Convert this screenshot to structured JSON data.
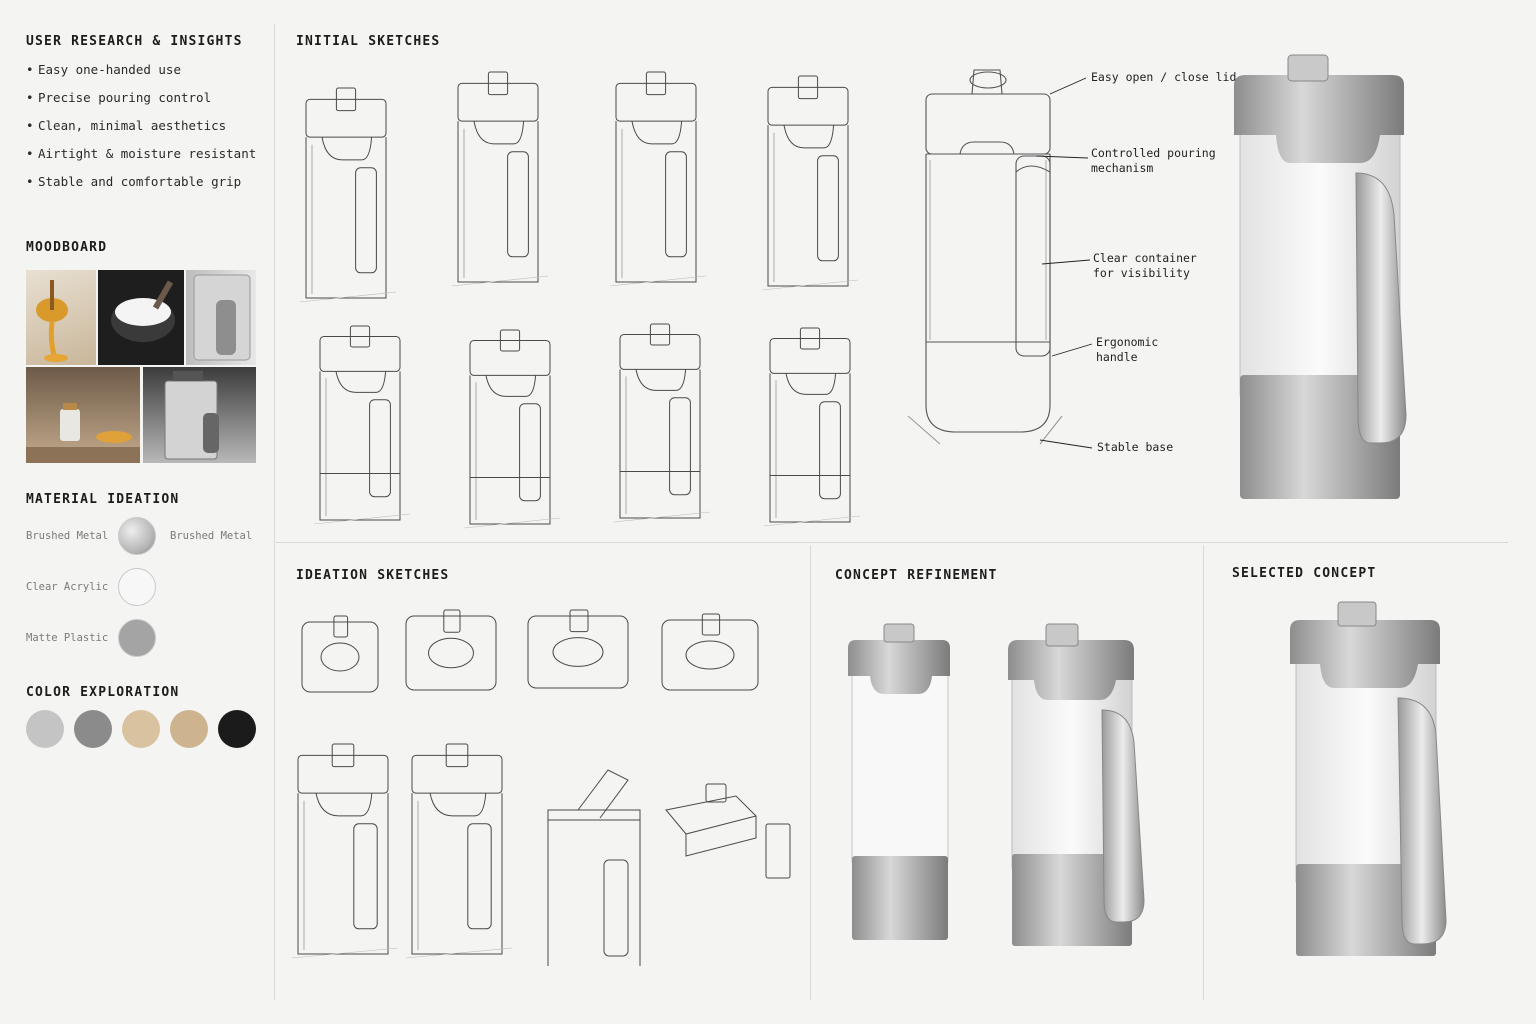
{
  "research": {
    "title": "USER RESEARCH & INSIGHTS",
    "items": [
      "Easy one-handed use",
      "Precise pouring control",
      "Clean, minimal aesthetics",
      "Airtight & moisture resistant",
      "Stable and comfortable grip"
    ]
  },
  "moodboard": {
    "title": "MOODBOARD"
  },
  "materials": {
    "title": "MATERIAL IDEATION",
    "items": [
      {
        "label": "Brushed Metal",
        "label2": "Brushed Metal",
        "color": "#b9b9b9"
      },
      {
        "label": "Clear Acrylic",
        "label2": "",
        "color": "#f7f7f7"
      },
      {
        "label": "Matte Plastic",
        "label2": "",
        "color": "#a4a4a4"
      }
    ]
  },
  "colors": {
    "title": "COLOR EXPLORATION",
    "swatches": [
      "#c4c4c4",
      "#8b8b8b",
      "#d8c2a0",
      "#cdb48e",
      "#1b1b1b"
    ]
  },
  "initial_sketches": {
    "title": "INITIAL SKETCHES"
  },
  "annotations": {
    "lid": "Easy open / close lid",
    "pour": "Controlled pouring\nmechanism",
    "clear": "Clear container\nfor visibility",
    "handle": "Ergonomic\nhandle",
    "base": "Stable base"
  },
  "ideation": {
    "title": "IDEATION SKETCHES"
  },
  "refinement": {
    "title": "CONCEPT REFINEMENT"
  },
  "selected": {
    "title": "SELECTED CONCEPT"
  }
}
